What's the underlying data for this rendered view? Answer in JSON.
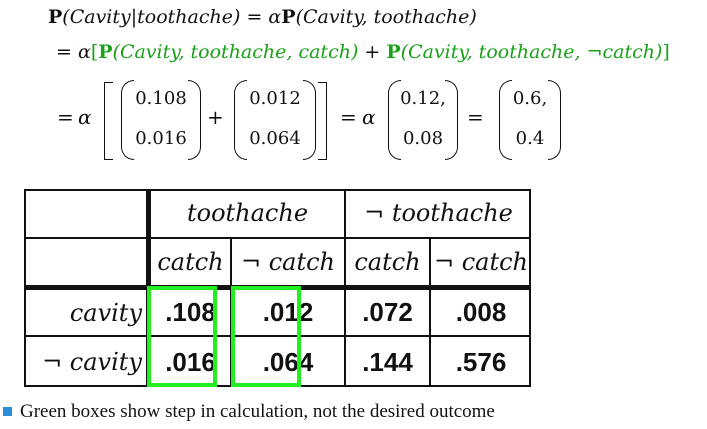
{
  "colors": {
    "green_text": "#1aa11a",
    "green_box": "#22ee22",
    "bullet": "#2a8fd6"
  },
  "formula": {
    "line1": {
      "lhs_P": "P",
      "lhs_args": "(Cavity|toothache)",
      "eq": "=",
      "alpha": "α",
      "rhs_P": "P",
      "rhs_args": "(Cavity, toothache)"
    },
    "line2": {
      "eq": "=",
      "alpha": "α",
      "open": "[",
      "term1_P": "P",
      "term1_args": "(Cavity, toothache, catch)",
      "plus": "+",
      "term2_P": "P",
      "term2_args": "(Cavity, toothache, ¬catch)",
      "close": "]"
    },
    "line3": {
      "eq1": "=",
      "alpha1": "α",
      "vec1": [
        "0.108",
        "0.016"
      ],
      "plus": "+",
      "vec2": [
        "0.012",
        "0.064"
      ],
      "eq2": "=",
      "alpha2": "α",
      "vec3": [
        "0.12,",
        "0.08"
      ],
      "eq3": "=",
      "vec4": [
        "0.6,",
        "0.4"
      ]
    }
  },
  "table": {
    "group_headers": [
      "toothache",
      "¬ toothache"
    ],
    "sub_headers": [
      "catch",
      "¬ catch",
      "catch",
      "¬ catch"
    ],
    "rows": [
      {
        "label": "cavity",
        "values": [
          ".108",
          ".012",
          ".072",
          ".008"
        ]
      },
      {
        "label": "¬ cavity",
        "values": [
          ".016",
          ".064",
          ".144",
          ".576"
        ]
      }
    ]
  },
  "note": "Green boxes show step in calculation, not the desired outcome"
}
